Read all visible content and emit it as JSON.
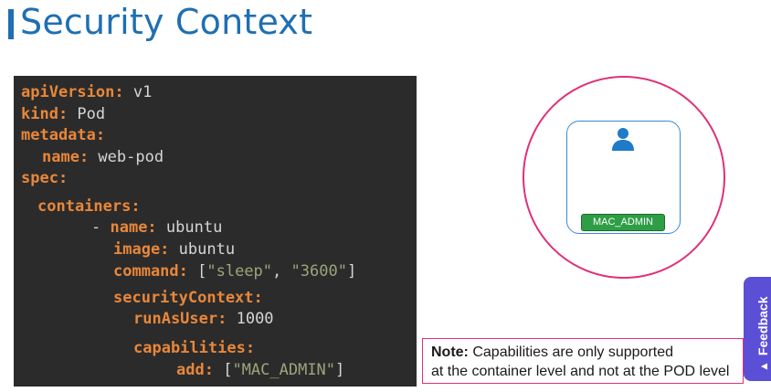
{
  "slide": {
    "title": "Security Context"
  },
  "code": {
    "lines": [
      {
        "key": "apiVersion:",
        "value": " v1"
      },
      {
        "key": "kind:",
        "value": " Pod"
      },
      {
        "key": "metadata:",
        "value": ""
      },
      {
        "key": "name:",
        "value": " web-pod"
      },
      {
        "key": "spec:",
        "value": ""
      },
      {
        "key": "containers:",
        "value": ""
      },
      {
        "prefix": "- ",
        "key": "name:",
        "value": " ubuntu"
      },
      {
        "key": "image:",
        "value": " ubuntu"
      },
      {
        "key": "command:",
        "value_open": " [",
        "str1": "\"sleep\"",
        "sep": ", ",
        "str2": "\"3600\"",
        "value_close": "]"
      },
      {
        "key": "securityContext:",
        "value": ""
      },
      {
        "key": "runAsUser:",
        "value": " 1000"
      },
      {
        "key": "capabilities:",
        "value": ""
      },
      {
        "key": "add:",
        "value_open": " [",
        "str1": "\"MAC_ADMIN\"",
        "value_close": "]"
      }
    ]
  },
  "diagram": {
    "capability_badge": "MAC_ADMIN",
    "user_icon": "user-icon",
    "colors": {
      "pod_border": "#e0307a",
      "container_border": "#3b8bd0",
      "badge_bg": "#2e9e46",
      "user_icon": "#1f7ac8"
    }
  },
  "note": {
    "label": "Note:",
    "line1": " Capabilities are only supported",
    "line2": "at the container level and not at the POD level"
  },
  "feedback": {
    "label": "Feedback",
    "icon": "send-arrow-icon",
    "color": "#5b4fd6"
  }
}
